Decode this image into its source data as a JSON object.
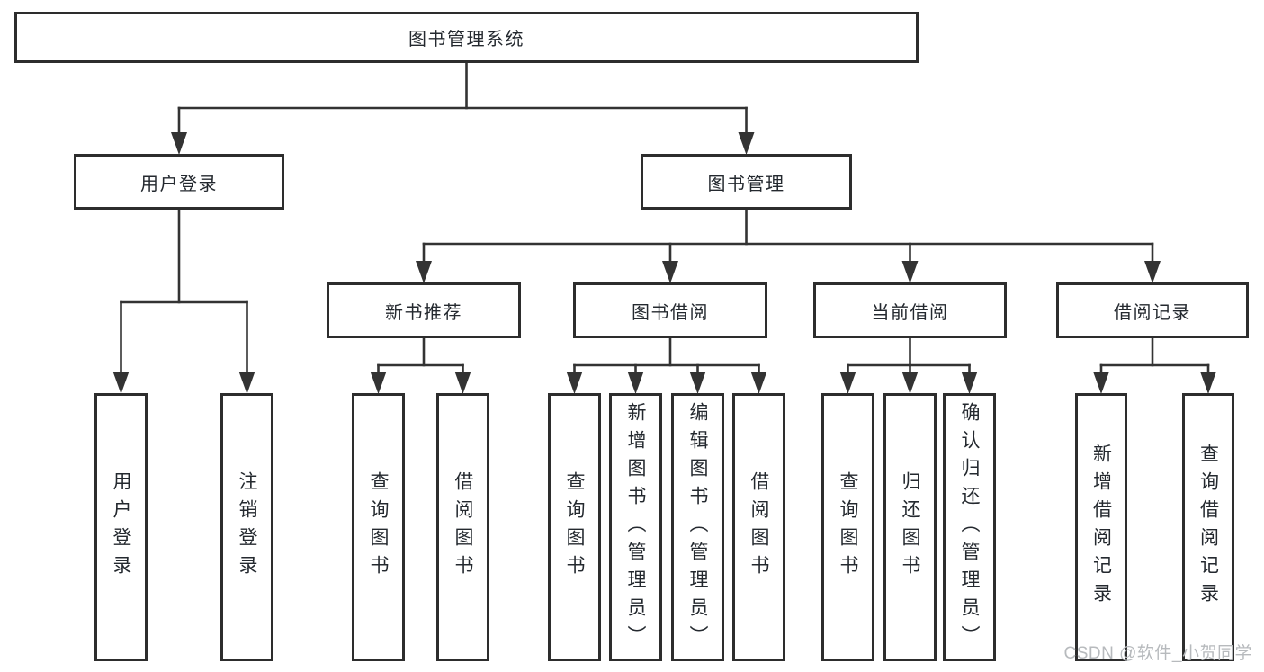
{
  "diagram": {
    "title": "图书管理系统",
    "type": "hierarchy-tree",
    "colors": {
      "line": "#333333",
      "box_border": "#2d2d2d",
      "box_fill": "#ffffff",
      "text": "#24292f",
      "watermark": "#b7babd"
    },
    "nodes": [
      {
        "id": "root",
        "label": "图书管理系统"
      },
      {
        "id": "user-login",
        "label": "用户登录"
      },
      {
        "id": "book-mgmt",
        "label": "图书管理"
      },
      {
        "id": "new-book-rec",
        "label": "新书推荐"
      },
      {
        "id": "book-borrow",
        "label": "图书借阅"
      },
      {
        "id": "current-borrow",
        "label": "当前借阅"
      },
      {
        "id": "borrow-records",
        "label": "借阅记录"
      },
      {
        "id": "leaf-user-login",
        "label": "用户登录"
      },
      {
        "id": "leaf-logout",
        "label": "注销登录"
      },
      {
        "id": "leaf-query-book-a",
        "label": "查询图书"
      },
      {
        "id": "leaf-borrow-book-a",
        "label": "借阅图书"
      },
      {
        "id": "leaf-query-book-b",
        "label": "查询图书"
      },
      {
        "id": "leaf-add-book",
        "label": "新增图书（管理员）"
      },
      {
        "id": "leaf-edit-book",
        "label": "编辑图书（管理员）"
      },
      {
        "id": "leaf-borrow-book-b",
        "label": "借阅图书"
      },
      {
        "id": "leaf-query-book-c",
        "label": "查询图书"
      },
      {
        "id": "leaf-return-book",
        "label": "归还图书"
      },
      {
        "id": "leaf-confirm-return",
        "label": "确认归还（管理员）"
      },
      {
        "id": "leaf-add-borrow-record",
        "label": "新增借阅记录"
      },
      {
        "id": "leaf-query-borrow-record",
        "label": "查询借阅记录"
      }
    ],
    "edges": [
      {
        "from": "root",
        "to": [
          "user-login",
          "book-mgmt"
        ]
      },
      {
        "from": "user-login",
        "to": [
          "leaf-user-login",
          "leaf-logout"
        ]
      },
      {
        "from": "book-mgmt",
        "to": [
          "new-book-rec",
          "book-borrow",
          "current-borrow",
          "borrow-records"
        ]
      },
      {
        "from": "new-book-rec",
        "to": [
          "leaf-query-book-a",
          "leaf-borrow-book-a"
        ]
      },
      {
        "from": "book-borrow",
        "to": [
          "leaf-query-book-b",
          "leaf-add-book",
          "leaf-edit-book",
          "leaf-borrow-book-b"
        ]
      },
      {
        "from": "current-borrow",
        "to": [
          "leaf-query-book-c",
          "leaf-return-book",
          "leaf-confirm-return"
        ]
      },
      {
        "from": "borrow-records",
        "to": [
          "leaf-add-borrow-record",
          "leaf-query-borrow-record"
        ]
      }
    ]
  },
  "watermark": {
    "text": "CSDN @软件_小贺同学"
  }
}
